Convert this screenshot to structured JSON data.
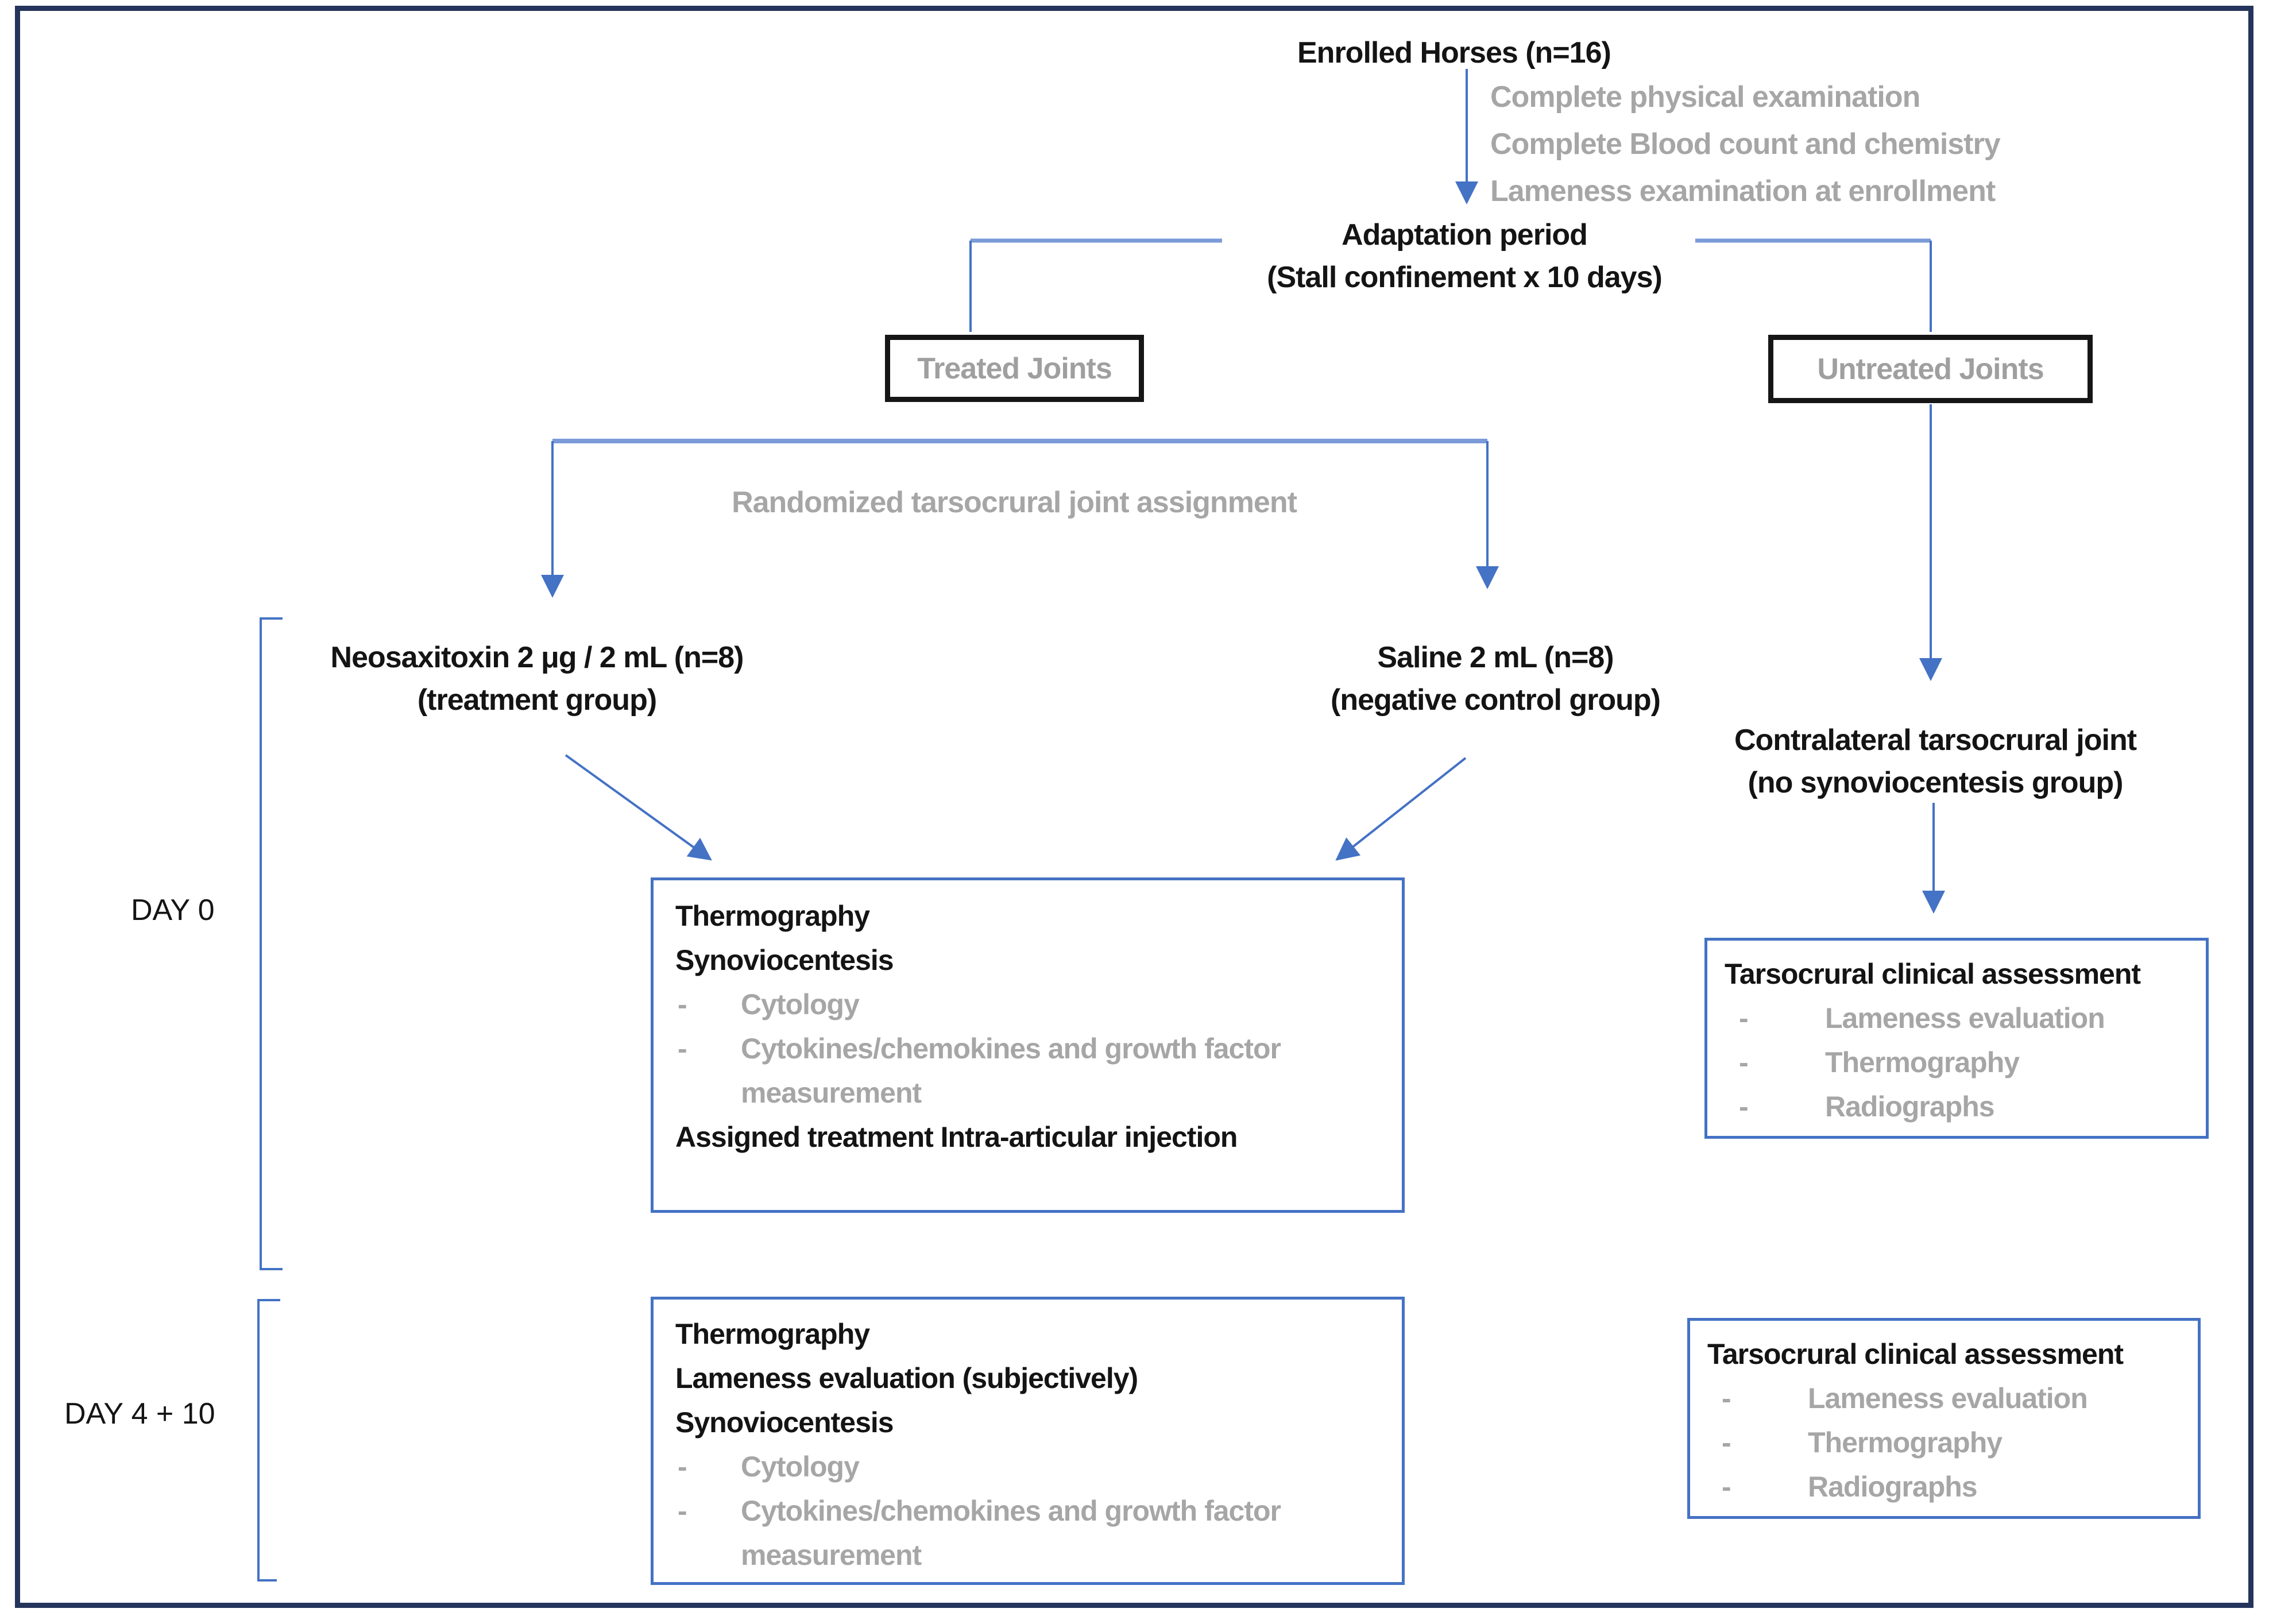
{
  "palette": {
    "accent_blue": "#4472C4",
    "connector_light_blue": "#7B9AD8",
    "gray_text": "#A6A6A6",
    "black_text": "#141414",
    "page_border_navy": "#24345C",
    "joint_box_border": "#161616"
  },
  "header": {
    "enrolled": "Enrolled Horses (n=16)",
    "enrollment_steps": [
      "Complete physical examination",
      "Complete Blood count and chemistry",
      "Lameness examination at enrollment"
    ],
    "adaptation_line1": "Adaptation period",
    "adaptation_line2": "(Stall confinement x 10 days)"
  },
  "branches": {
    "treated_label": "Treated Joints",
    "untreated_label": "Untreated Joints",
    "randomization_note": "Randomized tarsocrural joint assignment",
    "treatment_group_line1": "Neosaxitoxin 2 μg / 2 mL (n=8)",
    "treatment_group_line2": "(treatment group)",
    "control_group_line1": "Saline 2 mL (n=8)",
    "control_group_line2": "(negative control group)",
    "no_synovio_line1": "Contralateral tarsocrural joint",
    "no_synovio_line2": "(no synoviocentesis group)"
  },
  "timeline": {
    "day0_label": "DAY 0",
    "day4_label": "DAY 4 + 10"
  },
  "bullet_char": "-",
  "boxes": {
    "day0_treated": {
      "line1": "Thermography",
      "line2": "Synoviocentesis",
      "bullets": [
        "Cytology",
        "Cytokines/chemokines and growth factor measurement"
      ],
      "line3": "Assigned treatment Intra-articular injection"
    },
    "day4_treated": {
      "line1": "Thermography",
      "line2": "Lameness evaluation (subjectively)",
      "line3": "Synoviocentesis",
      "bullets": [
        "Cytology",
        "Cytokines/chemokines and growth factor measurement"
      ]
    },
    "day0_untreated": {
      "title": "Tarsocrural clinical assessment",
      "bullets": [
        "Lameness evaluation",
        "Thermography",
        "Radiographs"
      ]
    },
    "day4_untreated": {
      "title": "Tarsocrural clinical assessment",
      "bullets": [
        "Lameness evaluation",
        "Thermography",
        "Radiographs"
      ]
    }
  }
}
